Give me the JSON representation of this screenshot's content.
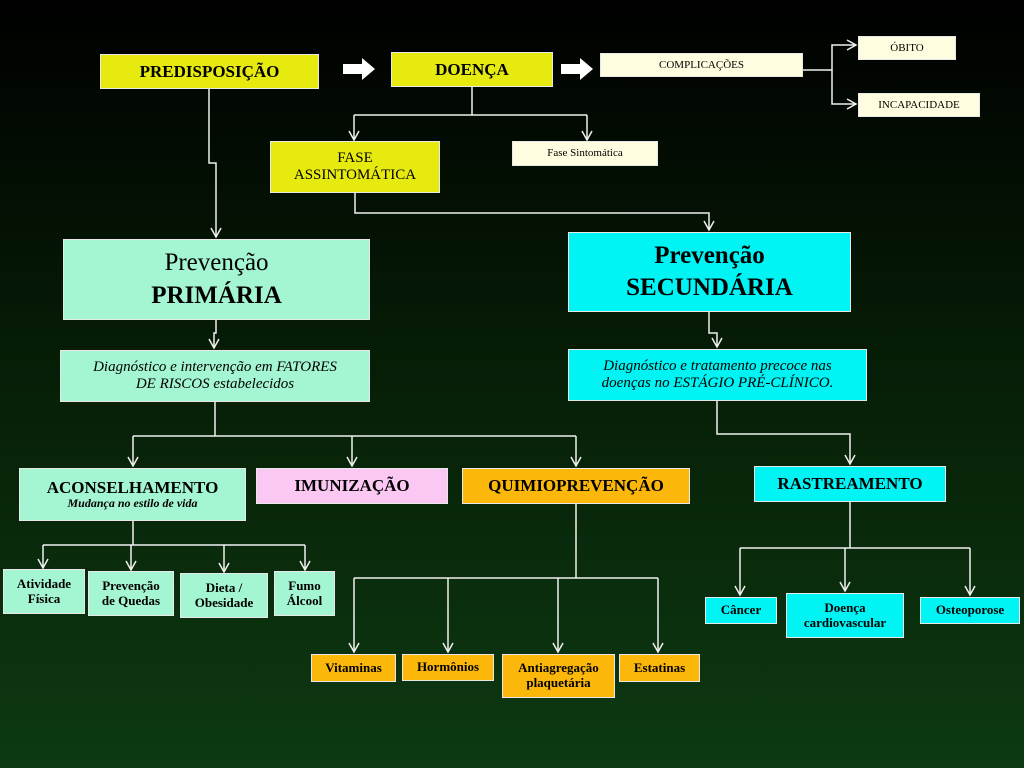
{
  "predisposicao": "PREDISPOSIÇÃO",
  "doenca": "DOENÇA",
  "complicacoes": "COMPLICAÇÕES",
  "obito": "ÓBITO",
  "incapacidade": "INCAPACIDADE",
  "fase_assintomatica": [
    "FASE",
    "ASSINTOMÁTICA"
  ],
  "fase_sintomatica": "Fase Sintomática",
  "primaria": {
    "line1": "Prevenção",
    "line2": "PRIMÁRIA"
  },
  "secundaria": {
    "line1": "Prevenção",
    "line2": "SECUNDÁRIA"
  },
  "diag_primaria": [
    "Diagnóstico e intervenção em FATORES",
    "DE RISCOS estabelecidos"
  ],
  "diag_secundaria": [
    "Diagnóstico e tratamento precoce nas",
    "doenças no ESTÁGIO PRÉ-CLÍNICO."
  ],
  "aconselhamento": {
    "title": "ACONSELHAMENTO",
    "subtitle": "Mudança no estilo de vida"
  },
  "imunizacao": "IMUNIZAÇÃO",
  "quimioprevencao": "QUIMIOPREVENÇÃO",
  "rastreamento": "RASTREAMENTO",
  "lifestyle": [
    [
      "Atividade",
      "Física"
    ],
    [
      "Prevenção",
      "de Quedas"
    ],
    [
      "Dieta /",
      "Obesidade"
    ],
    [
      "Fumo",
      "Álcool"
    ]
  ],
  "quimio_items": [
    [
      "Vitaminas"
    ],
    [
      "Hormônios"
    ],
    [
      "Antiagregação",
      "plaquetária"
    ],
    [
      "Estatinas"
    ]
  ],
  "rastreamento_items": [
    [
      "Câncer"
    ],
    [
      "Doença",
      "cardiovascular"
    ],
    [
      "Osteoporose"
    ]
  ],
  "colors": {
    "yellow": "#e6ea0e",
    "cream": "#fffde0",
    "mint": "#a4f5d2",
    "cyan": "#00f4f4",
    "pink": "#fbc8f4",
    "orange": "#fbb80a",
    "connector": "#f0f0f0",
    "background": "#0d3a12"
  }
}
